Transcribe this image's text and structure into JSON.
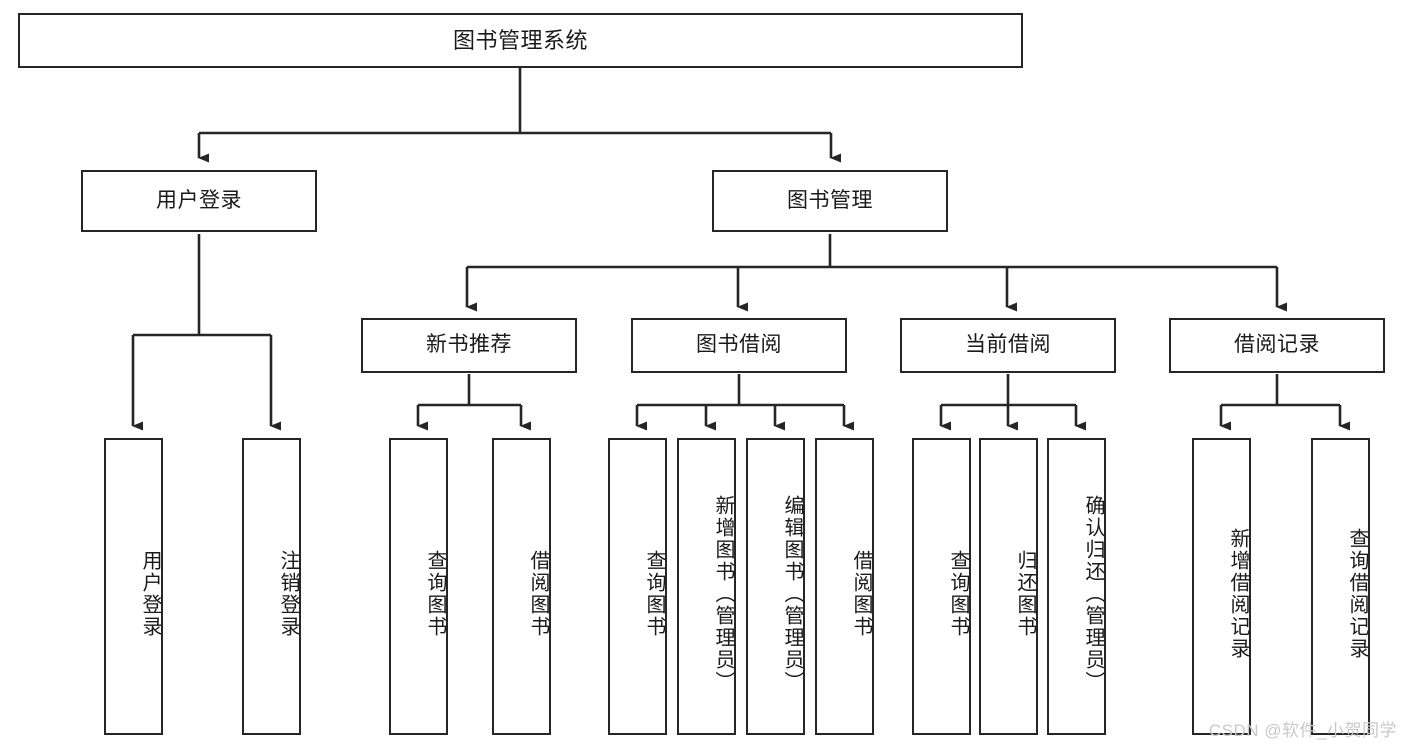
{
  "diagram": {
    "title": "图书管理系统",
    "type": "hierarchy-tree",
    "watermark": "CSDN @软件_小贺同学",
    "line_color": "#262626",
    "box_fill": "#ffffff",
    "text_color": "#1a1a1a"
  },
  "nodes": {
    "root": {
      "label": "图书管理系统",
      "level": 1
    },
    "l2": [
      {
        "id": "user-login",
        "label": "用户登录",
        "level": 2
      },
      {
        "id": "book-manage",
        "label": "图书管理",
        "level": 2
      }
    ],
    "l3": [
      {
        "id": "new-book-recommend",
        "label": "新书推荐",
        "level": 3
      },
      {
        "id": "book-borrow",
        "label": "图书借阅",
        "level": 3
      },
      {
        "id": "current-borrow",
        "label": "当前借阅",
        "level": 3
      },
      {
        "id": "borrow-record",
        "label": "借阅记录",
        "level": 3
      }
    ],
    "leaves": {
      "user_login": [
        {
          "id": "leaf-user-login",
          "label": "用户登录"
        },
        {
          "id": "leaf-user-logout",
          "label": "注销登录"
        }
      ],
      "new_book_recommend": [
        {
          "id": "leaf-query-book-1",
          "label": "查询图书"
        },
        {
          "id": "leaf-borrow-book-1",
          "label": "借阅图书"
        }
      ],
      "book_borrow": [
        {
          "id": "leaf-query-book-2",
          "label": "查询图书"
        },
        {
          "id": "leaf-add-book",
          "label": "新增图书（管理员）"
        },
        {
          "id": "leaf-edit-book",
          "label": "编辑图书（管理员）"
        },
        {
          "id": "leaf-borrow-book-2",
          "label": "借阅图书"
        }
      ],
      "current_borrow": [
        {
          "id": "leaf-query-book-3",
          "label": "查询图书"
        },
        {
          "id": "leaf-return-book",
          "label": "归还图书"
        },
        {
          "id": "leaf-confirm-return",
          "label": "确认归还（管理员）"
        }
      ],
      "borrow_record": [
        {
          "id": "leaf-add-record",
          "label": "新增借阅记录"
        },
        {
          "id": "leaf-query-record",
          "label": "查询借阅记录"
        }
      ]
    }
  }
}
